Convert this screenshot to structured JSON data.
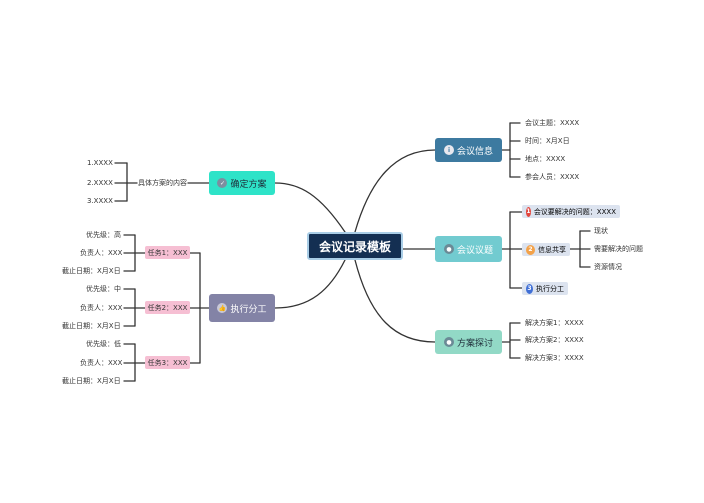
{
  "title": "会议记录模板",
  "colors": {
    "main": "#142f52",
    "meeting_info": "#3d7aa0",
    "meeting_topic": "#72cbd0",
    "plan_discussion": "#92d9c6",
    "confirm_plan": "#2ee3c8",
    "execute": "#8383a6",
    "task_tag": "#f6bfd3",
    "sub_pill": "#dce3ef"
  },
  "meeting_info": {
    "label": "会议信息",
    "icon": "info-icon",
    "items": [
      "会议主题：XXXX",
      "时间：X月X日",
      "地点：XXXX",
      "参会人员：XXXX"
    ]
  },
  "meeting_topic": {
    "label": "会议议题",
    "icon": "person-icon",
    "sub1": {
      "num": "1",
      "label": "会议要解决的问题：XXXX"
    },
    "sub2": {
      "num": "2",
      "label": "信息共享",
      "items": [
        "现状",
        "需要解决的问题",
        "资源情况"
      ]
    },
    "sub3": {
      "num": "3",
      "label": "执行分工"
    }
  },
  "plan_discussion": {
    "label": "方案探讨",
    "icon": "person-icon",
    "items": [
      "解决方案1：XXXX",
      "解决方案2：XXXX",
      "解决方案3：XXXX"
    ]
  },
  "confirm_plan": {
    "label": "确定方案",
    "icon": "check-icon",
    "detail": "具体方案的内容",
    "items": [
      "1.XXXX",
      "2.XXXX",
      "3.XXXX"
    ]
  },
  "execute": {
    "label": "执行分工",
    "icon": "thumbs-up-icon",
    "tasks": [
      {
        "label": "任务1：XXX",
        "items": [
          "优先级：高",
          "负责人：XXX",
          "截止日期：X月X日"
        ]
      },
      {
        "label": "任务2：XXX",
        "items": [
          "优先级：中",
          "负责人：XXX",
          "截止日期：X月X日"
        ]
      },
      {
        "label": "任务3：XXX",
        "items": [
          "优先级：低",
          "负责人：XXX",
          "截止日期：X月X日"
        ]
      }
    ]
  }
}
